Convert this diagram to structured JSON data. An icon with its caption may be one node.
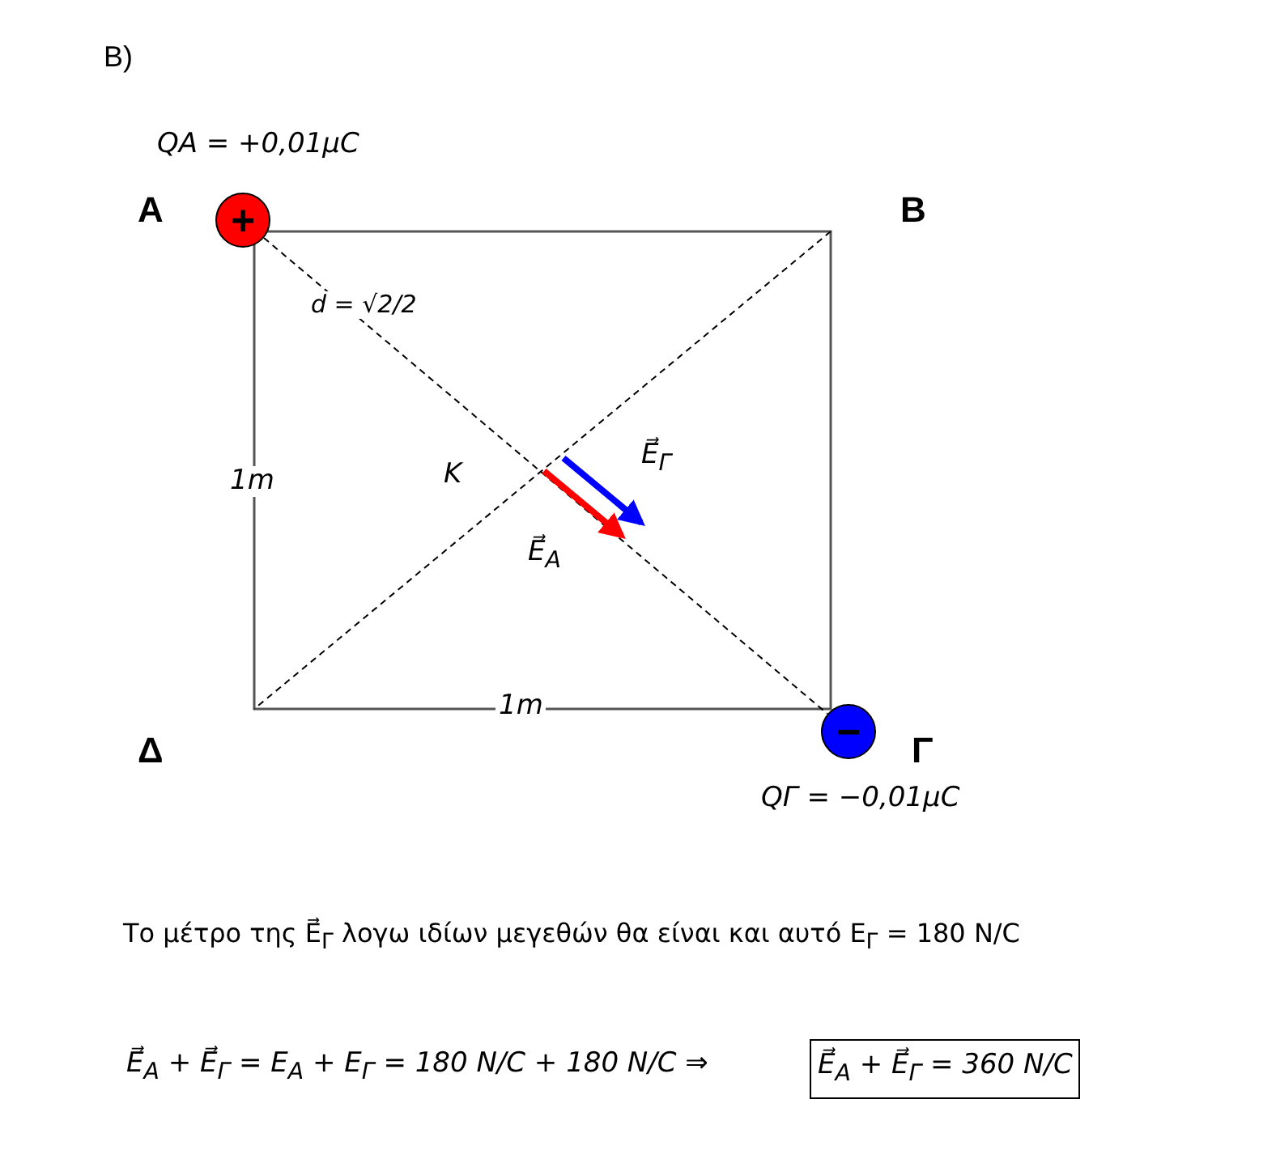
{
  "diagram": {
    "title": "Β)",
    "nodes": [
      {
        "text": [
          "+"
        ],
        "beside": [
          "Α",
          "QA = +0,01μC"
        ]
      },
      {
        "text": [
          "−"
        ],
        "beside": [
          "Γ",
          "QΓ = −0,01μC"
        ]
      }
    ],
    "edges": [
      {
        "from": 0,
        "to": 1,
        "arrow": "none",
        "style": "dashed"
      }
    ],
    "labels": [
      "Β",
      "d = √2/2",
      "1m",
      "K",
      "E⃗$_{Γ}$",
      "E⃗$_{A}$",
      "Δ",
      "1m",
      "Το μέτρο της E⃗$_{Γ}$ λογω ιδίων μεγεθών θα είναι και αυτό E$_{Γ}$ = 180 N/C",
      "E⃗$_{A}$ + E⃗$_{Γ}$ = E$_{A}$ + E$_{Γ}$ = 180 N/C + 180 N/C ⇒",
      "E⃗$_{A}$ + E⃗$_{Γ}$ = 360 N/C"
    ]
  }
}
